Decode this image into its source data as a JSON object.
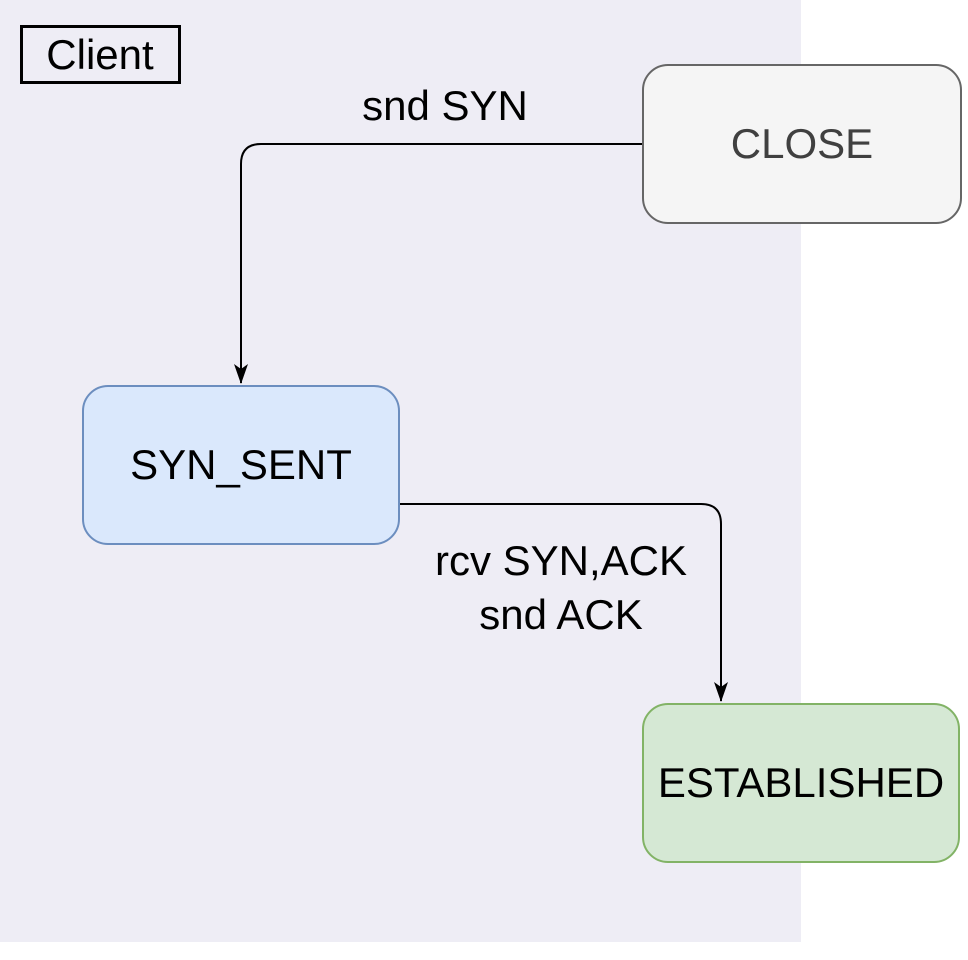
{
  "diagram": {
    "type": "state-transition-diagram",
    "frame_label": "Client",
    "page_background": "#ffffff",
    "canvas_color": "#eeedf5",
    "frame_stroke": "#000000",
    "frame_text_color": "#000000",
    "edge_color": "#000000",
    "edge_label_color": "#000000",
    "nodes": [
      {
        "id": "close",
        "label": "CLOSE",
        "fill": "#f5f5f5",
        "stroke": "#666666",
        "text_color": "#404040"
      },
      {
        "id": "syn_sent",
        "label": "SYN_SENT",
        "fill": "#dae8fc",
        "stroke": "#6c8ebf",
        "text_color": "#000000"
      },
      {
        "id": "established",
        "label": "ESTABLISHED",
        "fill": "#d5e8d4",
        "stroke": "#82b366",
        "text_color": "#000000"
      }
    ],
    "edges": [
      {
        "from": "CLOSE",
        "to": "SYN_SENT",
        "labels": [
          "snd SYN"
        ]
      },
      {
        "from": "SYN_SENT",
        "to": "ESTABLISHED",
        "labels": [
          "rcv SYN,ACK",
          "snd ACK"
        ]
      }
    ]
  }
}
